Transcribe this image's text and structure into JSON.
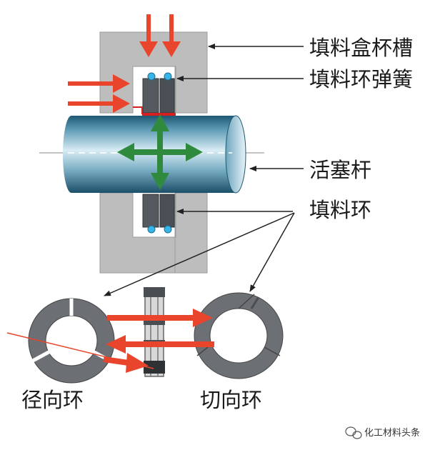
{
  "labels": {
    "stuffing_box_groove": "填料盒杯槽",
    "ring_spring": "填料环弹簧",
    "piston_rod": "活塞杆",
    "packing_ring": "填料环",
    "radial_ring": "径向环",
    "tangential_ring": "切向环"
  },
  "watermark": "化工材料头条",
  "colors": {
    "housing": "#bdbdbd",
    "ring": "#555a60",
    "spring_dot": "#39b4e6",
    "arrow_red": "#e8452c",
    "arrow_green": "#2f8a3e",
    "seal_red": "#d62020",
    "rod_dark": "#1e5873",
    "rod_light": "#d9ecf4"
  }
}
